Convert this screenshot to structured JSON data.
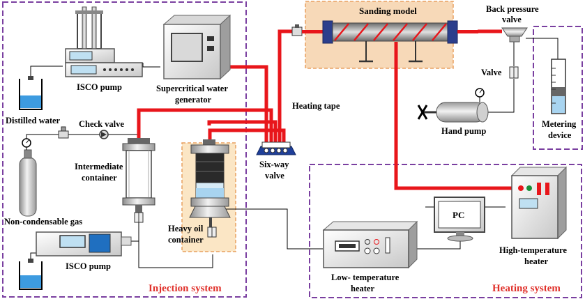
{
  "labels": {
    "isco_pump_top": "ISCO pump",
    "distilled_water": "Distilled water",
    "supercritical_water_generator_line1": "Supercritical water",
    "supercritical_water_generator_line2": "generator",
    "check_valve": "Check valve",
    "intermediate_container_line1": "Intermediate",
    "intermediate_container_line2": "container",
    "non_condensable_gas": "Non-condensable gas",
    "heavy_oil_container_line1": "Heavy oil",
    "heavy_oil_container_line2": "container",
    "isco_pump_bottom": "ISCO pump",
    "heating_tape": "Heating tape",
    "six_way_valve_line1": "Six-way",
    "six_way_valve_line2": "valve",
    "sanding_model": "Sanding model",
    "back_pressure_valve_line1": "Back pressure",
    "back_pressure_valve_line2": "valve",
    "valve": "Valve",
    "hand_pump": "Hand pump",
    "metering_device_line1": "Metering",
    "metering_device_line2": "device",
    "pc": "PC",
    "low_temperature_heater_line1": "Low- temperature",
    "low_temperature_heater_line2": "heater",
    "high_temperature_heater_line1": "High-temperature",
    "high_temperature_heater_line2": "heater"
  },
  "systems": {
    "injection_system": "Injection system",
    "heating_system": "Heating system"
  },
  "colors": {
    "pipe_red": "#e8161b",
    "system_border": "#7a3fa0",
    "system_label": "#e0312b",
    "model_fill": "#f7d9b8",
    "model_border": "#e8a060",
    "water": "#3d9be0"
  }
}
